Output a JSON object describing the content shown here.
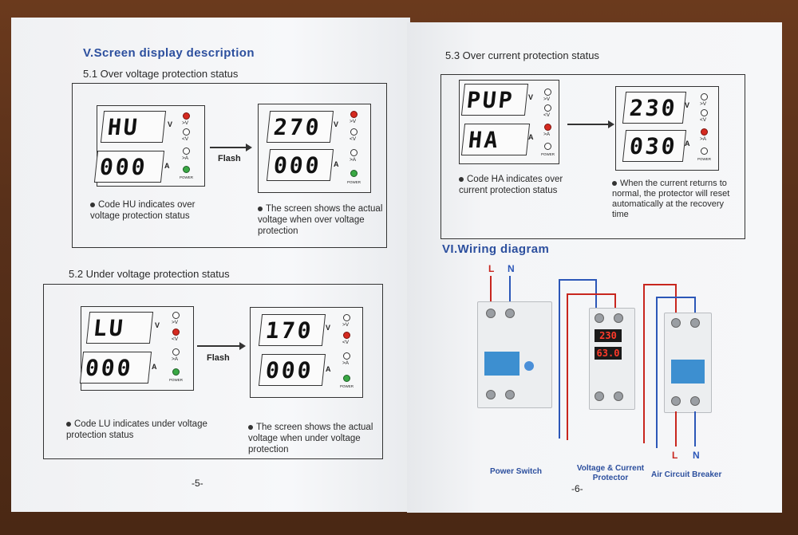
{
  "left_page": {
    "heading": "V.Screen display description",
    "s51": {
      "title": "5.1 Over voltage protection status",
      "before": {
        "top": "HU",
        "bottom": "000"
      },
      "after": {
        "top": "270",
        "bottom": "000"
      },
      "flash": "Flash",
      "note_left": "Code HU indicates over voltage protection status",
      "note_right": "The screen shows the actual voltage when over voltage protection"
    },
    "s52": {
      "title": "5.2 Under voltage protection status",
      "before": {
        "top": "LU",
        "bottom": "000"
      },
      "after": {
        "top": "170",
        "bottom": "000"
      },
      "flash": "Flash",
      "note_left": "Code LU indicates under voltage protection status",
      "note_right": "The screen shows the actual voltage when under voltage protection"
    },
    "page_number": "-5-"
  },
  "right_page": {
    "s53": {
      "title": "5.3 Over current protection status",
      "before": {
        "top": "PUP",
        "bottom": "HA"
      },
      "after": {
        "top": "230",
        "bottom": "030"
      },
      "note_left": "Code HA indicates over current protection status",
      "note_right": "When the current returns to normal, the protector will reset automatically at the recovery time"
    },
    "wiring": {
      "heading": "VI.Wiring diagram",
      "L": "L",
      "N": "N",
      "meter_top": "230",
      "meter_bottom": "63.0",
      "power_switch": "Power Switch",
      "protector_line1": "Voltage & Current",
      "protector_line2": "Protector",
      "breaker": "Air Circuit Breaker",
      "colors": {
        "live": "#c8261e",
        "neutral": "#2c57b8"
      }
    },
    "page_number": "-6-"
  },
  "panel_labels": {
    "gtv": ">V",
    "ltv": "<V",
    "gta": ">A",
    "power": "POWER",
    "v": "V",
    "a": "A"
  }
}
